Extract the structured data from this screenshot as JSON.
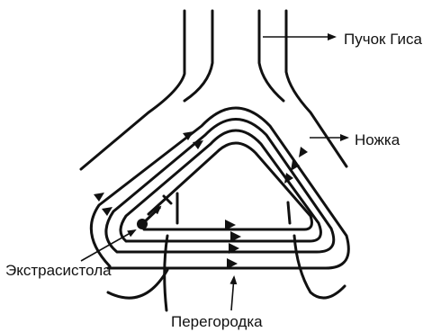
{
  "labels": {
    "his_bundle": "Пучок Гиса",
    "bundle_branch": "Ножка",
    "extrasystole": "Экстрасистола",
    "septum": "Перегородка"
  },
  "colors": {
    "ink": "#111111",
    "background": "#ffffff"
  }
}
